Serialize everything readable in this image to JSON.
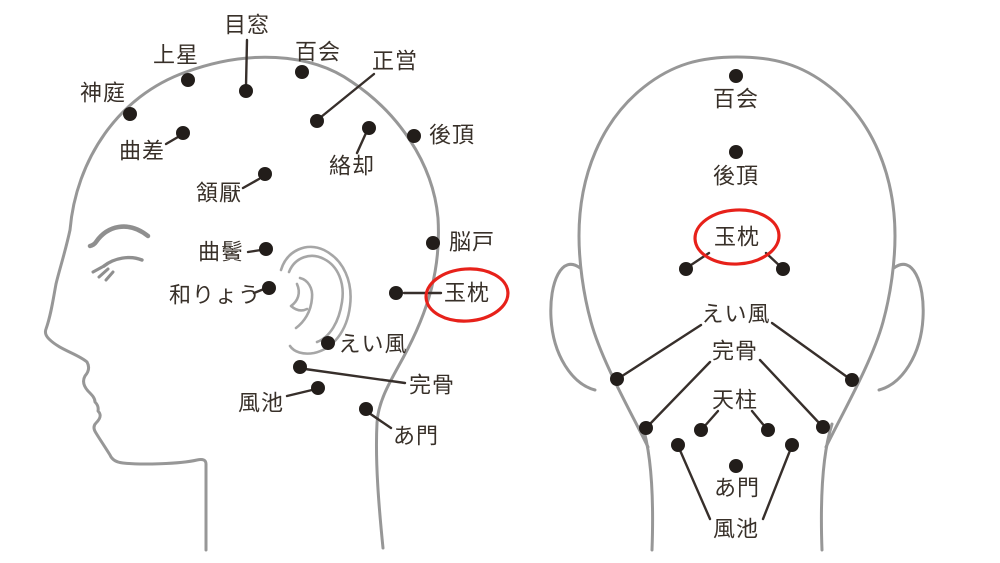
{
  "figure": {
    "type": "acupressure-points-head-diagram",
    "background": "#ffffff",
    "colors": {
      "head_outline": "#979797",
      "ink": "#383029",
      "dot": "#221d1a",
      "highlight_circle": "#e7211a"
    },
    "highlighted_point": "玉枕"
  },
  "side_view": {
    "points": [
      {
        "label": "神庭"
      },
      {
        "label": "上星"
      },
      {
        "label": "目窓"
      },
      {
        "label": "百会"
      },
      {
        "label": "正営"
      },
      {
        "label": "曲差"
      },
      {
        "label": "絡却"
      },
      {
        "label": "後頂"
      },
      {
        "label": "頷厭"
      },
      {
        "label": "曲鬢"
      },
      {
        "label": "脳戸"
      },
      {
        "label": "和りょう"
      },
      {
        "label": "玉枕",
        "highlighted": true
      },
      {
        "label": "えい風"
      },
      {
        "label": "完骨"
      },
      {
        "label": "風池"
      },
      {
        "label": "あ門"
      }
    ]
  },
  "back_view": {
    "points": [
      {
        "label": "百会"
      },
      {
        "label": "後頂"
      },
      {
        "label": "玉枕",
        "highlighted": true
      },
      {
        "label": "えい風"
      },
      {
        "label": "完骨"
      },
      {
        "label": "天柱"
      },
      {
        "label": "あ門"
      },
      {
        "label": "風池"
      }
    ]
  }
}
